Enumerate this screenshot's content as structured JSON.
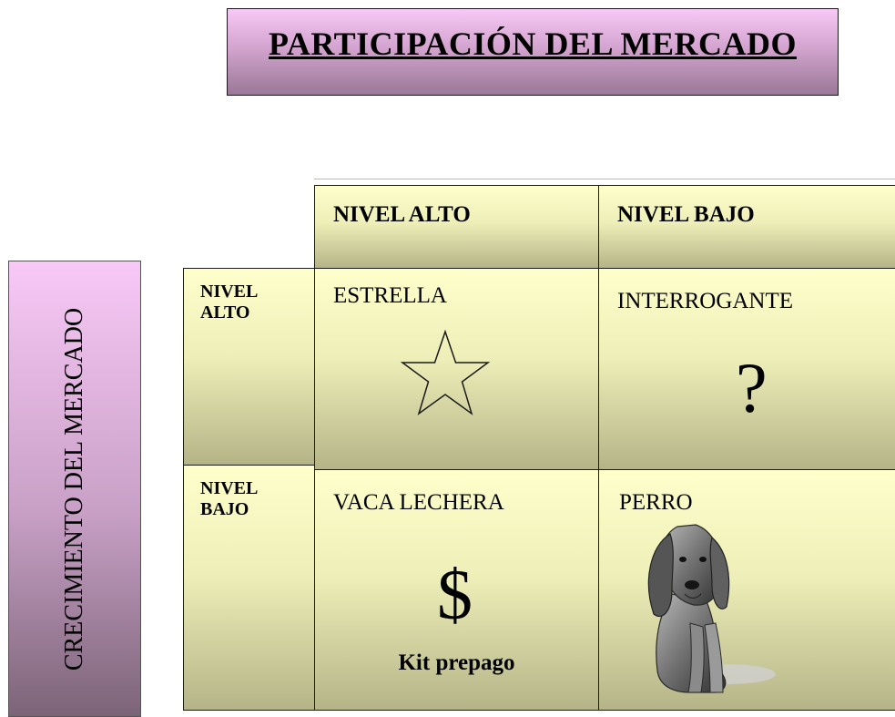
{
  "title": "PARTICIPACIÓN DEL MERCADO",
  "axis_label": "CRECIMIENTO DEL MERCADO",
  "columns": [
    "NIVEL ALTO",
    "NIVEL BAJO"
  ],
  "rows": [
    {
      "line1": "NIVEL",
      "line2": "ALTO"
    },
    {
      "line1": "NIVEL",
      "line2": "BAJO"
    }
  ],
  "quadrants": {
    "star": {
      "label": "ESTRELLA",
      "icon": "star-icon"
    },
    "question": {
      "label": "INTERROGANTE",
      "symbol": "?"
    },
    "cow": {
      "label": "VACA LECHERA",
      "symbol": "$",
      "caption": "Kit prepago"
    },
    "dog": {
      "label": "PERRO",
      "icon": "dog-image"
    }
  }
}
